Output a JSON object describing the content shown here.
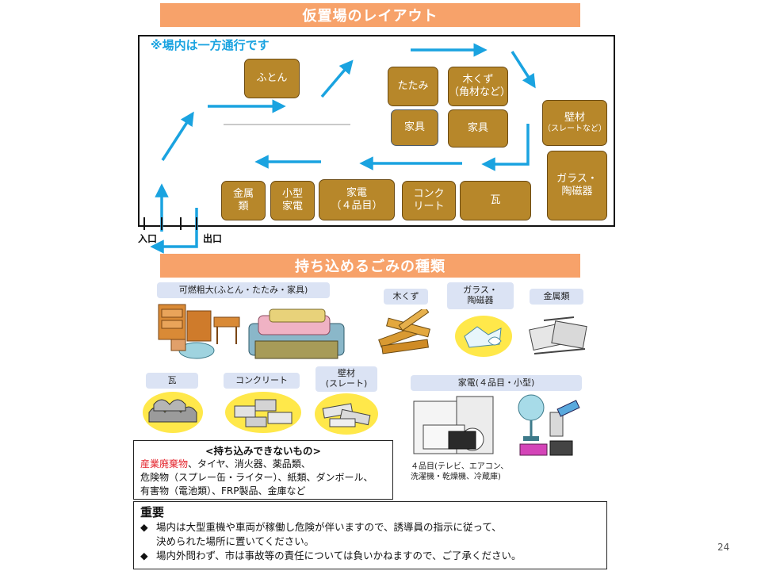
{
  "layout_section": {
    "banner": "仮置場のレイアウト",
    "notice": "※場内は一方通行です",
    "zones": {
      "futon": "ふとん",
      "tatami": "たたみ",
      "kikuzu": "木くず\n（角材など）",
      "kagu1": "家具",
      "kagu2": "家具",
      "hekizai": "壁材",
      "hekizai_sub": "（スレートなど）",
      "glass": "ガラス・\n陶磁器",
      "kinzoku": "金属\n類",
      "kogata": "小型\n家電",
      "kaden": "家電\n（４品目）",
      "concrete": "コンク\nリート",
      "kawara": "瓦"
    },
    "entrance": "入口",
    "exit": "出口"
  },
  "types_section": {
    "banner": "持ち込めるごみの種類",
    "labels": {
      "kanen": "可燃粗大(ふとん・たたみ・家具)",
      "kikuzu": "木くず",
      "glass": "ガラス・\n陶磁器",
      "kinzoku": "金属類",
      "kawara": "瓦",
      "concrete": "コンクリート",
      "hekizai": "壁材\n(スレート)",
      "kaden": "家電(４品目・小型)"
    },
    "kaden_caption": "４品目(テレビ、エアコン、\n洗濯機・乾燥機、冷蔵庫)"
  },
  "prohibited": {
    "title": "<持ち込みできないもの>",
    "line1_red": "産業廃棄物",
    "line1_rest": "、タイヤ、消火器、薬品類、",
    "line2": "危険物（スプレー缶・ライター）、紙類、ダンボール、",
    "line3": "有害物（電池類）、FRP製品、金庫など"
  },
  "important": {
    "heading": "重要",
    "bullet_mark": "◆",
    "item1_line1": "場内は大型重機や車両が稼働し危険が伴いますので、誘導員の指示に従って、",
    "item1_line2": "決められた場所に置いてください。",
    "item2": "場内外問わず、市は事故等の責任については負いかねますので、ご了承ください。"
  },
  "page_number": "24",
  "colors": {
    "banner": "#f7a26a",
    "zone": "#b7872a",
    "arrow": "#1aa3e0",
    "label_bg": "#dbe3f4",
    "accent_red": "#e4222b",
    "illustration_yellow": "#ffe84a"
  }
}
